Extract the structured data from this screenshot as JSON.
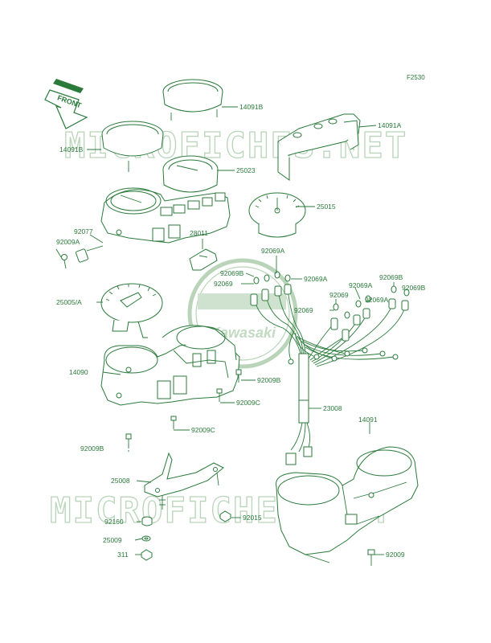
{
  "figure_id": "F2530",
  "front_label": "FRONT",
  "watermark": {
    "text": "MICROFICHES.NET",
    "brand": "Kawasaki"
  },
  "colors": {
    "line": "#2a7a3a",
    "watermark": "#b9d4b9",
    "background": "#ffffff"
  },
  "labels": [
    {
      "id": "l01",
      "text": "14091B"
    },
    {
      "id": "l02",
      "text": "14091A"
    },
    {
      "id": "l03",
      "text": "14091B"
    },
    {
      "id": "l04",
      "text": "25023"
    },
    {
      "id": "l05",
      "text": "25015"
    },
    {
      "id": "l06",
      "text": "92077"
    },
    {
      "id": "l07",
      "text": "92009A"
    },
    {
      "id": "l08",
      "text": "28011"
    },
    {
      "id": "l09",
      "text": "92069A"
    },
    {
      "id": "l10",
      "text": "92069B"
    },
    {
      "id": "l11",
      "text": "92069"
    },
    {
      "id": "l12",
      "text": "92069A"
    },
    {
      "id": "l13",
      "text": "92069B"
    },
    {
      "id": "l14",
      "text": "92069A"
    },
    {
      "id": "l15",
      "text": "92069B"
    },
    {
      "id": "l16",
      "text": "92069"
    },
    {
      "id": "l17",
      "text": "92069A"
    },
    {
      "id": "l18",
      "text": "92069"
    },
    {
      "id": "l19",
      "text": "25005/A"
    },
    {
      "id": "l20",
      "text": "14090"
    },
    {
      "id": "l21",
      "text": "92009B"
    },
    {
      "id": "l22",
      "text": "92009C"
    },
    {
      "id": "l23",
      "text": "92009C"
    },
    {
      "id": "l24",
      "text": "23008"
    },
    {
      "id": "l25",
      "text": "14091"
    },
    {
      "id": "l26",
      "text": "92009B"
    },
    {
      "id": "l27",
      "text": "25008"
    },
    {
      "id": "l28",
      "text": "92160"
    },
    {
      "id": "l29",
      "text": "92015"
    },
    {
      "id": "l30",
      "text": "25009"
    },
    {
      "id": "l31",
      "text": "311"
    },
    {
      "id": "l32",
      "text": "92009"
    }
  ]
}
